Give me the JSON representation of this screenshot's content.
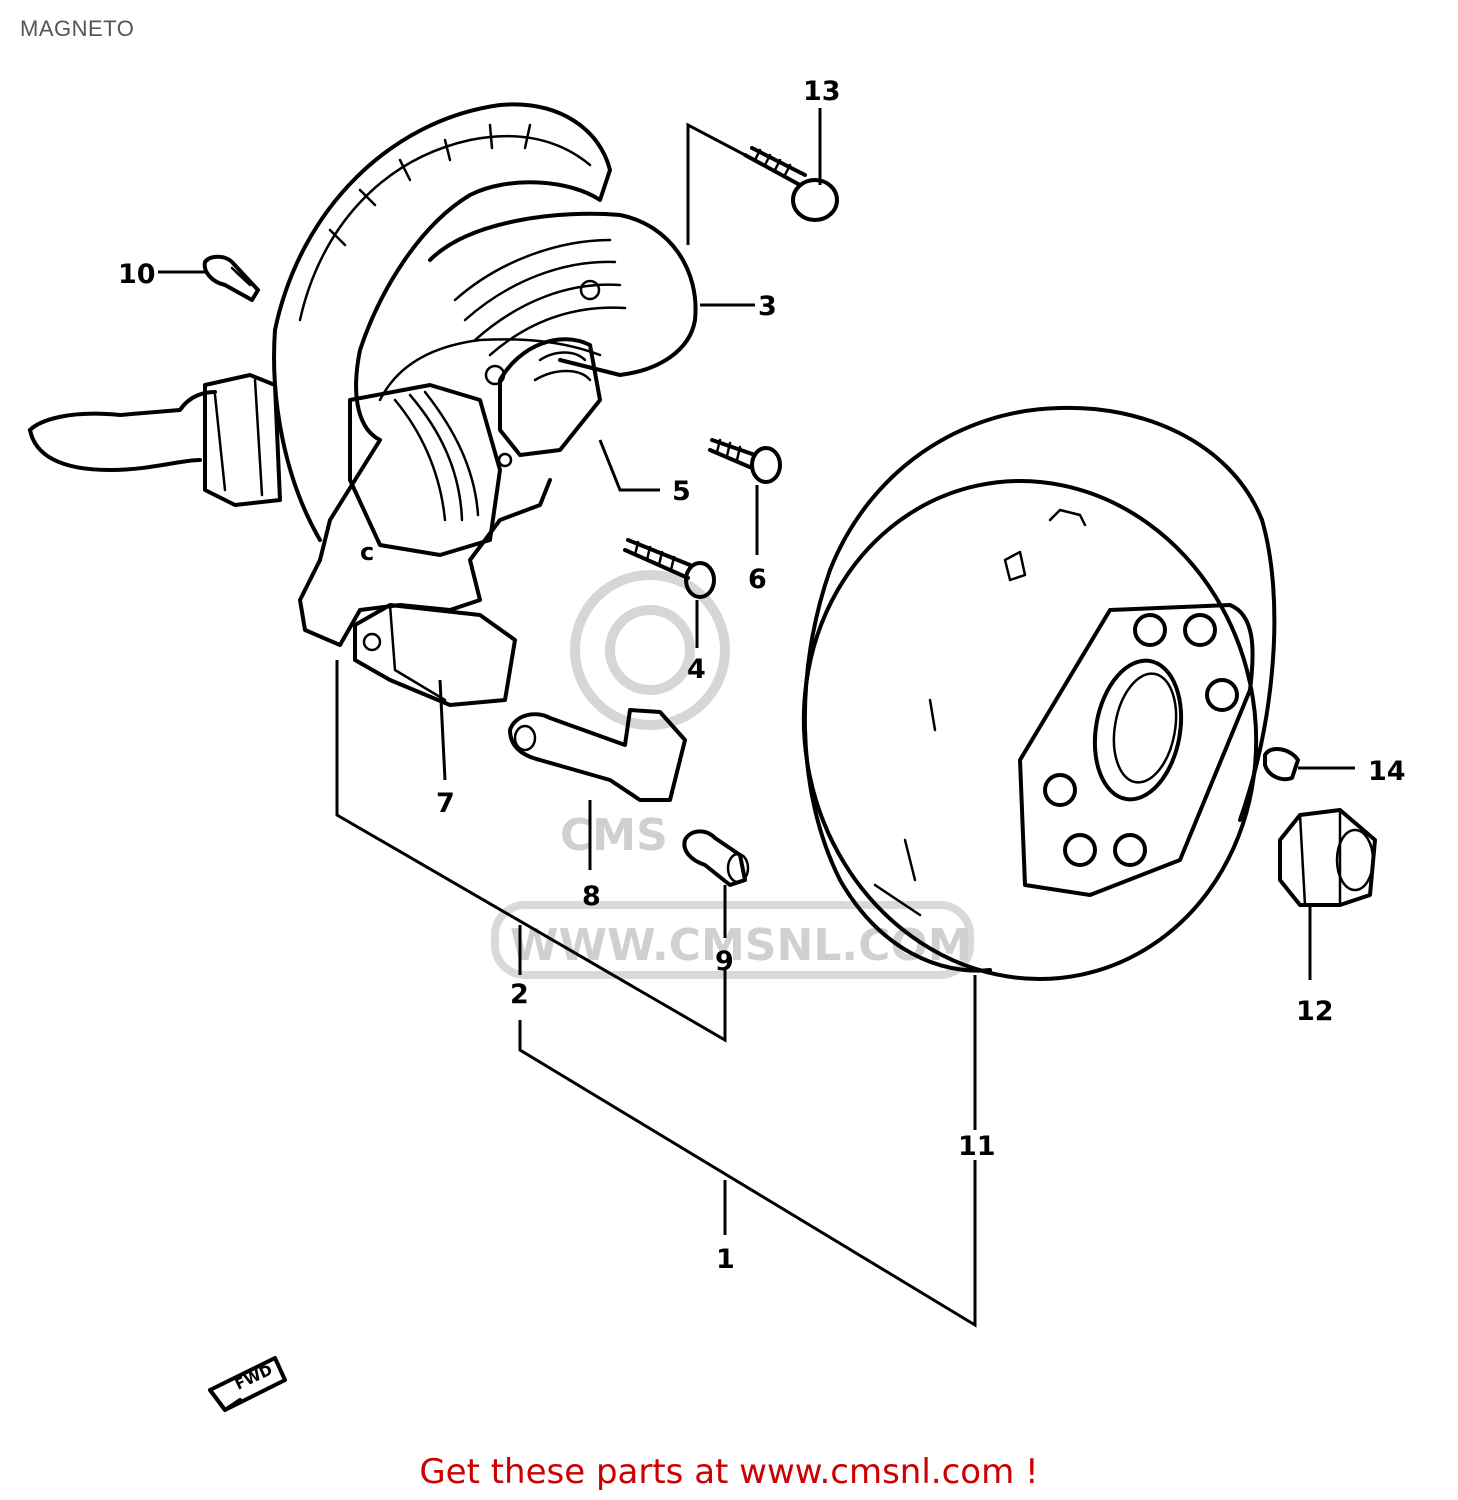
{
  "title": "MAGNETO",
  "watermark": {
    "text": "WWW.CMSNL.COM",
    "brand": "CMS"
  },
  "parts": [
    {
      "number": "1"
    },
    {
      "number": "2"
    },
    {
      "number": "3"
    },
    {
      "number": "4"
    },
    {
      "number": "5"
    },
    {
      "number": "6"
    },
    {
      "number": "7"
    },
    {
      "number": "8"
    },
    {
      "number": "9"
    },
    {
      "number": "10"
    },
    {
      "number": "11"
    },
    {
      "number": "12"
    },
    {
      "number": "13"
    },
    {
      "number": "14"
    }
  ],
  "fwd_label": "FWD",
  "footer": {
    "text": "Get these parts at www.cmsnl.com !"
  },
  "colors": {
    "footer": "#cc0000",
    "title": "#555555",
    "watermark": "#d0d0d0"
  }
}
